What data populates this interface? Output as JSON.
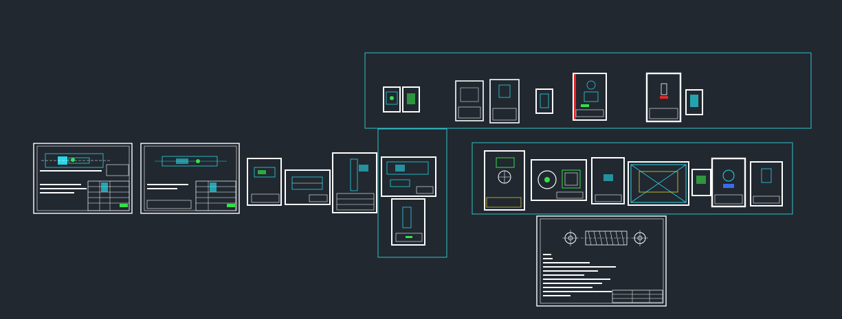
{
  "app": {
    "view": "cad-model-space"
  },
  "colors": {
    "background": "#212830",
    "frame": "#ffffff",
    "group_box": "#2ec4c8",
    "linework": "#29d6e6",
    "accent_green": "#35e04a",
    "accent_red": "#e02828",
    "accent_yellow": "#e8d82a",
    "accent_blue": "#3a6cf0"
  },
  "sheets": [
    {
      "id": "assembly-1"
    },
    {
      "id": "assembly-2"
    },
    {
      "id": "part-1"
    },
    {
      "id": "part-2"
    },
    {
      "id": "part-3"
    },
    {
      "id": "part-4"
    },
    {
      "id": "part-5"
    },
    {
      "id": "spring-drawing"
    },
    {
      "id": "top-group"
    },
    {
      "id": "mid-group"
    },
    {
      "id": "right-group"
    }
  ]
}
